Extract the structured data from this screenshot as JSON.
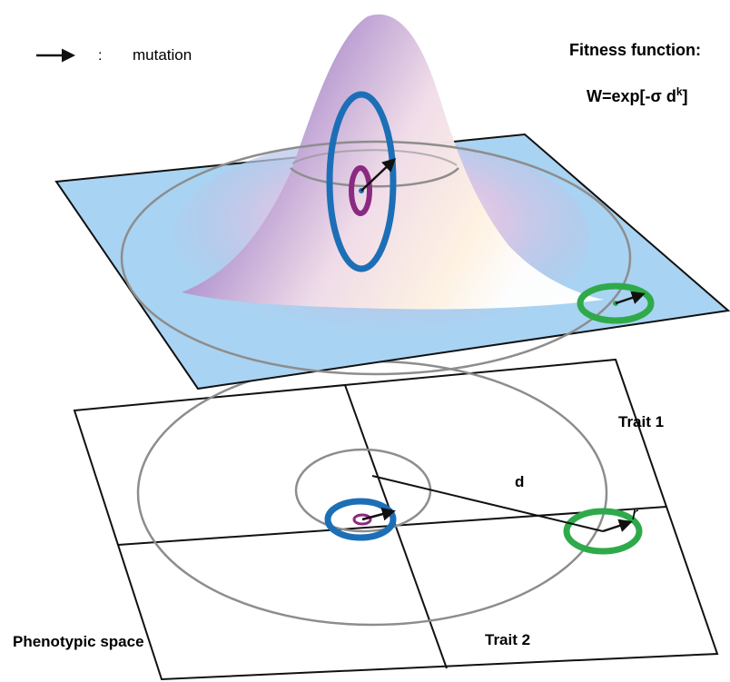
{
  "legend": {
    "symbol": "→",
    "separator": ":",
    "text": "mutation"
  },
  "fitness": {
    "title": "Fitness function:",
    "formula_main": "W=exp[-σ d",
    "formula_sup": "k",
    "formula_end": "]"
  },
  "labels": {
    "trait1": "Trait 1",
    "trait2": "Trait 2",
    "phenotypic_space": "Phenotypic space",
    "distance": "d",
    "radius": "r"
  },
  "colors": {
    "surface_plane": "#a9d3f2",
    "outer_ring": "#8d8d8d",
    "blue_ellipse": "#1c6fb7",
    "purple_ellipse": "#8a2a82",
    "green_ellipse": "#2eaa4a",
    "arrow": "#111111",
    "grid": "#111111"
  }
}
